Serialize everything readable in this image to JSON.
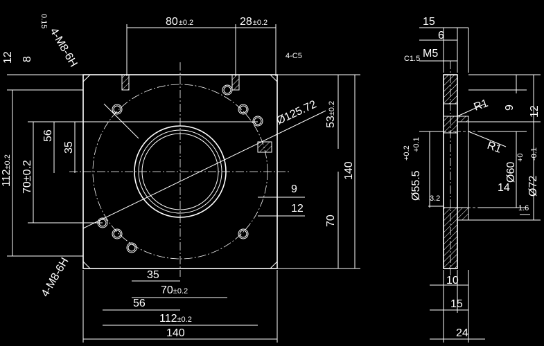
{
  "labels": {
    "top_80": "80",
    "top_80_tol": "±0.2",
    "top_28": "28",
    "top_28_tol": "±0.2",
    "tol_box": "0.15",
    "thread_top": "4-M8-6H",
    "thread_bottom": "4-M8-6H",
    "chamfer": "4-C5",
    "left_12": "12",
    "left_8": "8",
    "left_112": "112",
    "left_112_tol": "±0.2",
    "left_70": "70±0.2",
    "left_56": "56",
    "left_35": "35",
    "diameter_125": "Ø125.72",
    "right_53": "53",
    "right_53_tol": "±0.2",
    "right_140": "140",
    "right_70": "70",
    "mid_9": "9",
    "mid_12": "12",
    "bottom_35": "35",
    "bottom_70": "70",
    "bottom_70_tol": "±0.2",
    "bottom_56": "56",
    "bottom_112": "112",
    "bottom_112_tol": "±0.2",
    "bottom_140": "140",
    "side_15": "15",
    "side_6": "6",
    "side_m5": "M5",
    "side_c15": "C1.5",
    "side_r1a": "R1",
    "side_r1b": "R1",
    "side_9": "9",
    "side_12": "12",
    "side_55": "Ø55.5",
    "side_55_tol_up": "+0.2",
    "side_55_tol_dn": "+0.1",
    "side_60": "Ø60",
    "side_72": "Ø72",
    "side_72_tol_up": "+0",
    "side_72_tol_dn": "-0.1",
    "side_14": "14",
    "side_32": "3.2",
    "side_16": "1.6",
    "side_10": "10",
    "side_15b": "15",
    "side_24": "24"
  }
}
